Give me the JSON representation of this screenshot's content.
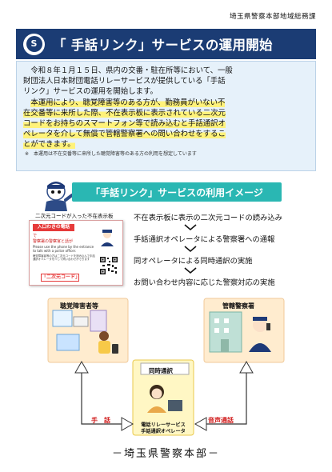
{
  "department": "埼玉県警察本部地域総務課",
  "header": {
    "logo_text": "S",
    "title": "「 手話リンク」サービスの運用開始"
  },
  "notice": {
    "p1_l1": "令和８年１月１５日、県内の交番・駐在所等において、一般",
    "p1_l2": "財団法人日本財団電話リレーサービスが提供している「手話",
    "p1_l3": "リンク」サービスの運用を開始します。",
    "p2_l1": "本運用により、聴覚障害等のある方が、勤務員がいない不",
    "p2_l2": "在交番等に来所した際、不在表示板に表示されている二次元",
    "p2_l3": "コードをお持ちのスマートフォン等で読み込むと手話通訳オ",
    "p2_l4": "ペレータを介して無償で管轄警察署への問い合わせをするこ",
    "p2_l5": "とができます。",
    "footnote": "※　本運用は不在交番等に来所した聴覚障害等のある方の利用を想定しています"
  },
  "image_section": {
    "title": "「手話リンク」サービスの利用イメージ"
  },
  "sign": {
    "caption": "二次元コードが入った不在表示板",
    "top_label": "入口わきの電話",
    "line1": "で",
    "line2": "警察署の警察官と話が",
    "line3": "Please use the phone by the entrance",
    "line4": "to talk with a police officer.",
    "small": "聴覚障害者等の方は二次元コードを読み込んで手話通訳オペレータを介して問い合わせができます",
    "tag": "「二次元コード」"
  },
  "steps": [
    "不在表示板に表示の二次元コードの読み込み",
    "手話通訳オペレータによる警察署への通報",
    "同オペレータによる同時通訳の実施",
    "お問い合わせ内容に応じた警察対応の実施"
  ],
  "network": {
    "kenmin": "聴覚障害者等",
    "police": "管轄警察署",
    "doji": "同時通訳",
    "operator_line1": "電話リレーサービス",
    "operator_line2": "手話通訳オペレータ",
    "shuwa": "手　話",
    "onsei": "音声通話"
  },
  "footer": "－埼玉県警察本部－",
  "colors": {
    "header_bg": "#1b3c74",
    "notice_bg": "#e6f1fa",
    "highlight": "#fff27a",
    "teal": "#2ab7b3",
    "arrow_red": "#d01a1a"
  }
}
